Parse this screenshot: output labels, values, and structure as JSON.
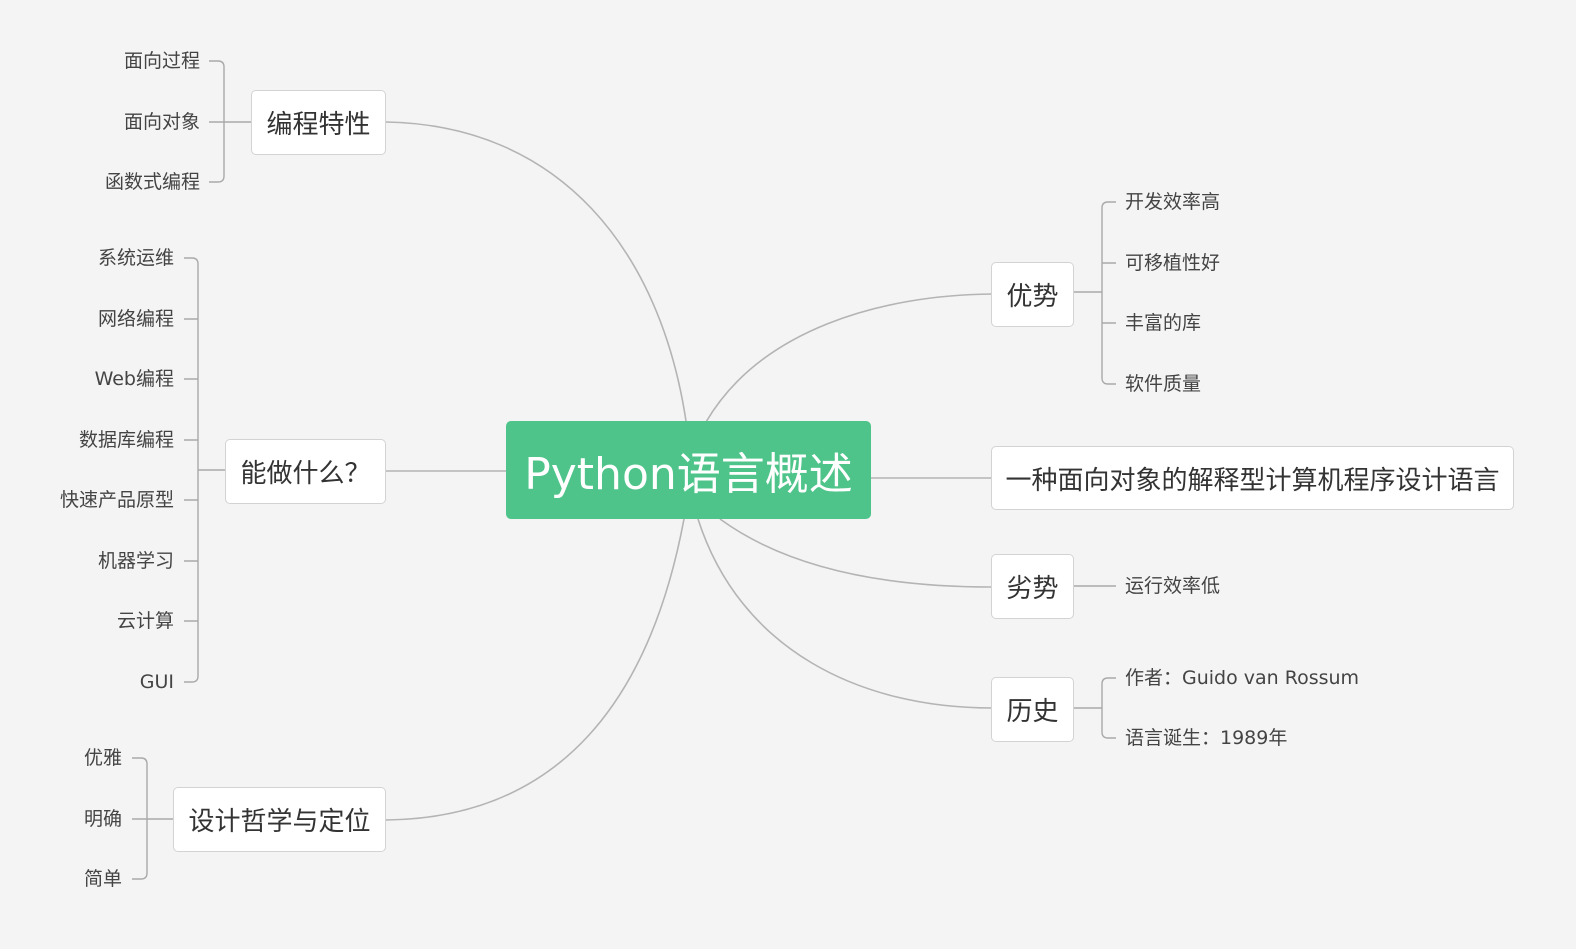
{
  "colors": {
    "background": "#f4f4f4",
    "root_fill": "#4fc48a",
    "root_text": "#ffffff",
    "line": "#b4b4b4"
  },
  "root": {
    "label": "Python语言概述"
  },
  "branches": {
    "programming_features": {
      "label": "编程特性",
      "children": [
        "面向过程",
        "面向对象",
        "函数式编程"
      ]
    },
    "uses": {
      "label": "能做什么？",
      "children": [
        "系统运维",
        "网络编程",
        "Web编程",
        "数据库编程",
        "快速产品原型",
        "机器学习",
        "云计算",
        "GUI"
      ]
    },
    "philosophy": {
      "label": "设计哲学与定位",
      "children": [
        "优雅",
        "明确",
        "简单"
      ]
    },
    "advantages": {
      "label": "优势",
      "children": [
        "开发效率高",
        "可移植性好",
        "丰富的库",
        "软件质量"
      ]
    },
    "definition": {
      "label": "一种面向对象的解释型计算机程序设计语言"
    },
    "disadvantages": {
      "label": "劣势",
      "children": [
        "运行效率低"
      ]
    },
    "history": {
      "label": "历史",
      "children": [
        "作者：Guido van Rossum",
        "语言诞生：1989年"
      ]
    }
  }
}
